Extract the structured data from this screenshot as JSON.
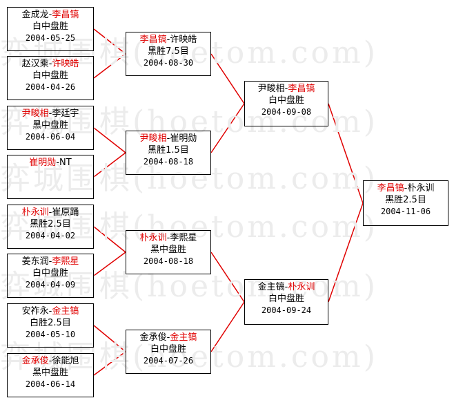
{
  "watermark": {
    "text": "弈城围棋(hoetom.com)"
  },
  "line_color": "#e00000",
  "highlight_color": "#e00000",
  "rounds": {
    "r1": [
      {
        "p1": "金成龙",
        "p2": "李昌镐",
        "winner": "p2",
        "result": "白中盘胜",
        "date": "2004-05-25"
      },
      {
        "p1": "赵汉乘",
        "p2": "许映皓",
        "winner": "p2",
        "result": "白中盘胜",
        "date": "2004-04-26"
      },
      {
        "p1": "尹畯相",
        "p2": "李廷宇",
        "winner": "p1",
        "result": "黑中盘胜",
        "date": "2004-06-04"
      },
      {
        "p1": "崔明勋",
        "p2": "NT",
        "winner": "p1",
        "result": "",
        "date": ""
      },
      {
        "p1": "朴永训",
        "p2": "崔原踊",
        "winner": "p1",
        "result": "黑胜2.5目",
        "date": "2004-04-02"
      },
      {
        "p1": "姜东润",
        "p2": "李熙星",
        "winner": "p2",
        "result": "白中盘胜",
        "date": "2004-04-09"
      },
      {
        "p1": "安祚永",
        "p2": "金主镐",
        "winner": "p2",
        "result": "白胜2.5目",
        "date": "2004-05-10"
      },
      {
        "p1": "金承俊",
        "p2": "徐能旭",
        "winner": "p1",
        "result": "黑中盘胜",
        "date": "2004-06-14"
      }
    ],
    "r2": [
      {
        "p1": "李昌镐",
        "p2": "许映皓",
        "winner": "p1",
        "result": "黑胜7.5目",
        "date": "2004-08-30"
      },
      {
        "p1": "尹畯相",
        "p2": "崔明勋",
        "winner": "p1",
        "result": "黑胜1.5目",
        "date": "2004-08-18"
      },
      {
        "p1": "朴永训",
        "p2": "李熙星",
        "winner": "p1",
        "result": "黑中盘胜",
        "date": "2004-08-18"
      },
      {
        "p1": "金承俊",
        "p2": "金主镐",
        "winner": "p2",
        "result": "白中盘胜",
        "date": "2004-07-26"
      }
    ],
    "r3": [
      {
        "p1": "尹畯相",
        "p2": "李昌镐",
        "winner": "p2",
        "result": "白中盘胜",
        "date": "2004-09-08"
      },
      {
        "p1": "金主镐",
        "p2": "朴永训",
        "winner": "p2",
        "result": "白中盘胜",
        "date": "2004-09-24"
      }
    ],
    "r4": [
      {
        "p1": "李昌镐",
        "p2": "朴永训",
        "winner": "p1",
        "result": "黑胜2.5目",
        "date": "2004-11-06"
      }
    ]
  }
}
